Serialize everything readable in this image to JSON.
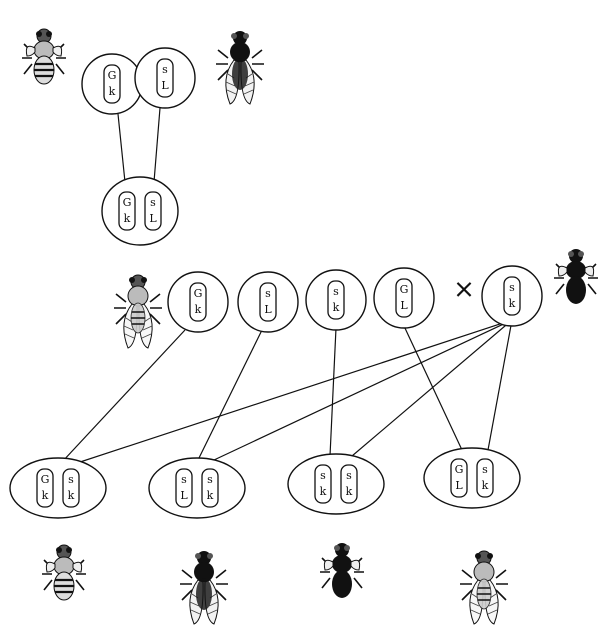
{
  "cross_symbol": "×",
  "parents": [
    {
      "name": "parent-gamete-1",
      "alleles": [
        "G",
        "k"
      ]
    },
    {
      "name": "parent-gamete-2",
      "alleles": [
        "s",
        "L"
      ]
    }
  ],
  "f1": {
    "name": "f1-zygote",
    "chromosomes": [
      [
        "G",
        "k"
      ],
      [
        "s",
        "L"
      ]
    ]
  },
  "gametes": [
    {
      "name": "f1-gamete-Gk",
      "alleles": [
        "G",
        "k"
      ]
    },
    {
      "name": "f1-gamete-sL",
      "alleles": [
        "s",
        "L"
      ]
    },
    {
      "name": "f1-gamete-sk",
      "alleles": [
        "s",
        "k"
      ]
    },
    {
      "name": "f1-gamete-GL",
      "alleles": [
        "G",
        "L"
      ]
    }
  ],
  "testcross": {
    "name": "testcross-gamete-sk",
    "alleles": [
      "s",
      "k"
    ]
  },
  "offspring": [
    {
      "name": "offspring-Gk-sk",
      "chromosomes": [
        [
          "G",
          "k"
        ],
        [
          "s",
          "k"
        ]
      ]
    },
    {
      "name": "offspring-sL-sk",
      "chromosomes": [
        [
          "s",
          "L"
        ],
        [
          "s",
          "k"
        ]
      ]
    },
    {
      "name": "offspring-sk-sk",
      "chromosomes": [
        [
          "s",
          "k"
        ],
        [
          "s",
          "k"
        ]
      ]
    },
    {
      "name": "offspring-GL-sk",
      "chromosomes": [
        [
          "G",
          "L"
        ],
        [
          "s",
          "k"
        ]
      ]
    }
  ],
  "icons": {
    "fly_gray_vestigial": "fly-gray-vestigial-icon",
    "fly_black_long": "fly-black-long-icon",
    "fly_gray_long": "fly-gray-long-icon",
    "fly_black_vestigial": "fly-black-vestigial-icon"
  }
}
